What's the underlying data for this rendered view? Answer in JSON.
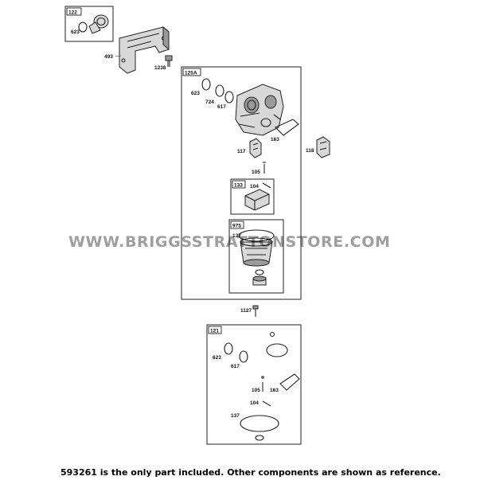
{
  "watermark": "WWW.BRIGGSSTRATTONSTORE.COM",
  "footer_note": "593261 is the only part included. Other components are shown as reference.",
  "boxes": {
    "b122": "122",
    "b125a": "125A",
    "b133": "133",
    "b975": "975",
    "b121": "121"
  },
  "labels": {
    "p623a": "623",
    "p493": "493",
    "p1238": "1238",
    "p623b": "623",
    "p724": "724",
    "p617a": "617",
    "p163a": "163",
    "p117": "117",
    "p118": "118",
    "p105a": "105",
    "p104a": "104",
    "p137a": "137",
    "p1127": "1127",
    "p623c": "623",
    "p617b": "617",
    "p105b": "105",
    "p163b": "163",
    "p104b": "104",
    "p137b": "137"
  }
}
